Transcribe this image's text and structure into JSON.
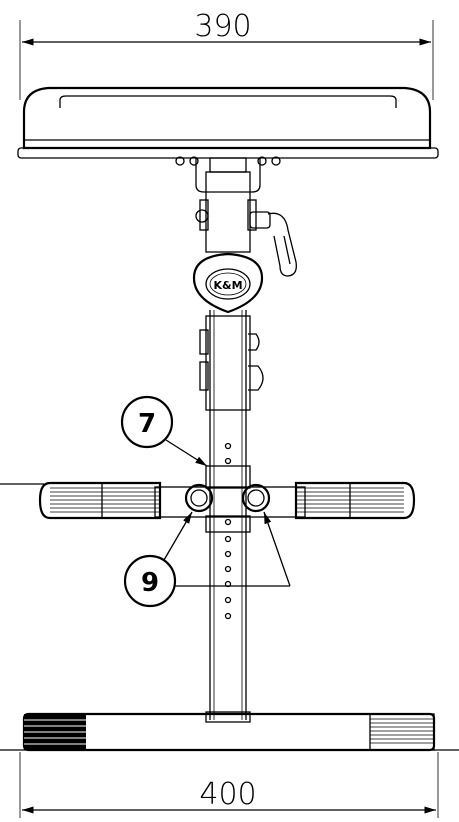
{
  "dimensions": {
    "top_width": "390",
    "bottom_width": "400"
  },
  "callouts": {
    "item_7": "7",
    "item_9": "9"
  },
  "logo_text": "K&M",
  "colors": {
    "stroke": "#000000",
    "background": "#ffffff"
  }
}
